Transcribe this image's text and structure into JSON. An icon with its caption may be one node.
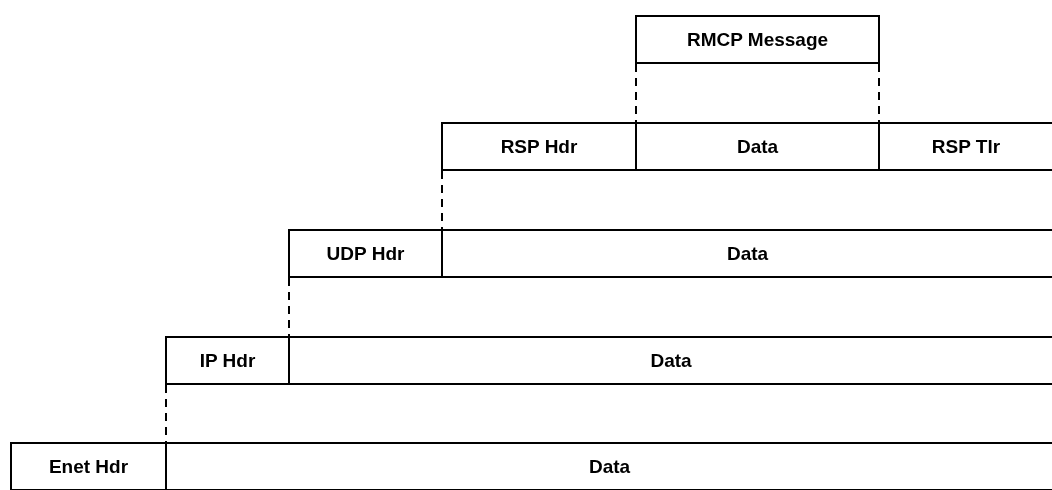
{
  "diagram": {
    "nodes": [
      {
        "text": [
          "RMCP Message"
        ]
      },
      {
        "text": [
          "RSP Hdr"
        ]
      },
      {
        "text": [
          "Data"
        ]
      },
      {
        "text": [
          "RSP Tlr"
        ]
      },
      {
        "text": [
          "UDP Hdr"
        ]
      },
      {
        "text": [
          "Data"
        ]
      },
      {
        "text": [
          "IP Hdr"
        ]
      },
      {
        "text": [
          "Data"
        ]
      },
      {
        "text": [
          "Enet Hdr"
        ]
      },
      {
        "text": [
          "Data"
        ]
      }
    ],
    "edges": [
      {
        "from": 0,
        "to": 2,
        "arrow": "none",
        "style": "dashed"
      },
      {
        "from": 0,
        "to": 2,
        "arrow": "none",
        "style": "dashed"
      },
      {
        "from": 1,
        "to": 5,
        "arrow": "none",
        "style": "dashed"
      },
      {
        "from": 4,
        "to": 7,
        "arrow": "none",
        "style": "dashed"
      },
      {
        "from": 6,
        "to": 9,
        "arrow": "none",
        "style": "dashed"
      }
    ]
  }
}
